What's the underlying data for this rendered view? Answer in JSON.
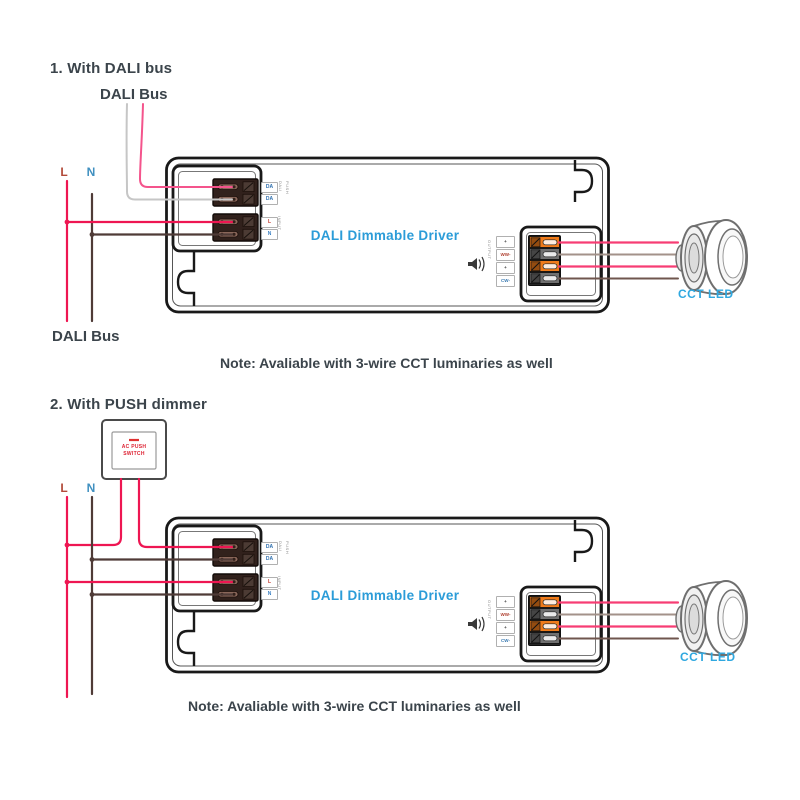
{
  "colors": {
    "ink": "#3b444b",
    "accent_blue": "#2b9cd8",
    "cct_label": "#2fa8e0",
    "label_live": "#b24a39",
    "label_neutral": "#4090c0",
    "switch_red": "#dd2233",
    "wire_live": "#ee1652",
    "wire_neutral": "#4f3b37",
    "wire_dali_pink": "#f4548c",
    "wire_dali_grey": "#c6c6c6",
    "wire_out_pink": "#f73d74",
    "wire_out_grey": "#a3928a",
    "wire_out_brown": "#6f564e",
    "terminal_orange": "#ef7b1a",
    "terminal_grey": "#707070"
  },
  "section1": {
    "heading": "1. With DALI bus",
    "bus_label_top": "DALI Bus",
    "bus_label_bottom": "DALI Bus",
    "line_label": "L",
    "neutral_label": "N",
    "note": "Note: Avaliable with 3-wire CCT luminaries as well"
  },
  "section2": {
    "heading": "2. With PUSH dimmer",
    "switch_line1": "AC PUSH",
    "switch_line2": "SWITCH",
    "line_label": "L",
    "neutral_label": "N",
    "note": "Note: Avaliable with 3-wire CCT luminaries as well"
  },
  "driver": {
    "name": "DALI Dimmable Driver",
    "terminal_da": "DA",
    "terminal_l": "L",
    "terminal_n": "N",
    "side_label_dali": "DALI",
    "side_label_push": "PUSH",
    "side_label_input": "INPUT",
    "side_label_output": "OUTPUT",
    "out_label_1": "+",
    "out_label_2": "WW-",
    "out_label_3": "+",
    "out_label_4": "CW-",
    "led_label": "CCT LED"
  }
}
